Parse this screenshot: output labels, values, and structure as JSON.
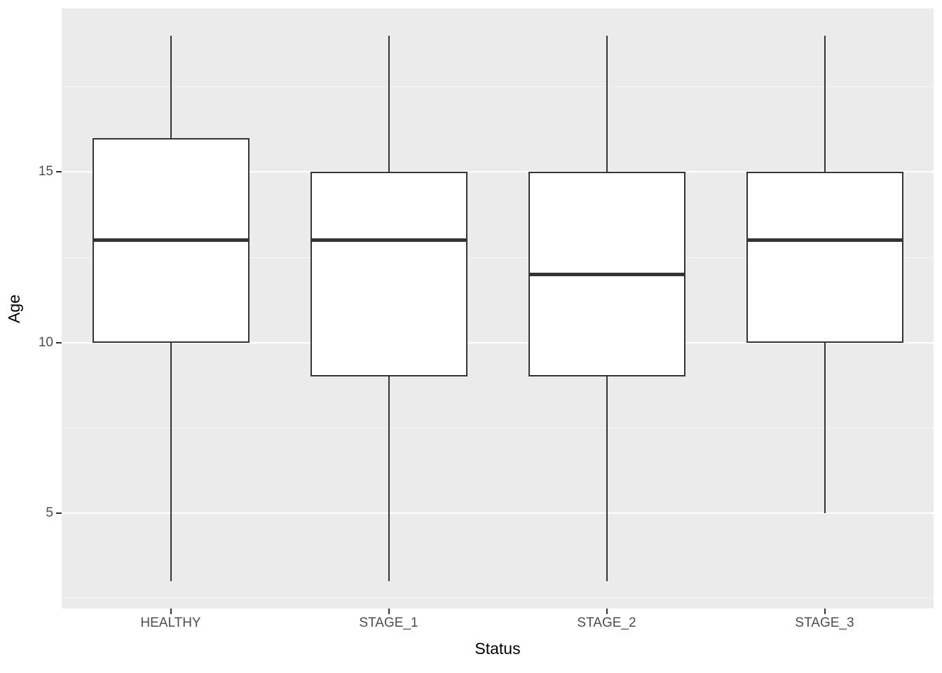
{
  "chart_data": {
    "type": "box",
    "title": "",
    "xlabel": "Status",
    "ylabel": "Age",
    "categories": [
      "HEALTHY",
      "STAGE_1",
      "STAGE_2",
      "STAGE_3"
    ],
    "ylim": [
      2.2,
      19.8
    ],
    "y_major_ticks": [
      5,
      10,
      15
    ],
    "y_major_tick_labels": [
      "5",
      "10",
      "15"
    ],
    "y_minor_ticks": [
      2.5,
      7.5,
      12.5,
      17.5
    ],
    "grid": true,
    "legend": "none",
    "boxes": [
      {
        "category": "HEALTHY",
        "whisker_low": 3,
        "q1": 10,
        "median": 13,
        "q3": 16,
        "whisker_high": 19
      },
      {
        "category": "STAGE_1",
        "whisker_low": 3,
        "q1": 9,
        "median": 13,
        "q3": 15,
        "whisker_high": 19
      },
      {
        "category": "STAGE_2",
        "whisker_low": 3,
        "q1": 9,
        "median": 12,
        "q3": 15,
        "whisker_high": 19
      },
      {
        "category": "STAGE_3",
        "whisker_low": 5,
        "q1": 10,
        "median": 13,
        "q3": 15,
        "whisker_high": 19
      }
    ],
    "colors": {
      "panel_background": "#ebebeb",
      "grid_major": "#ffffff",
      "grid_minor": "#f5f5f5",
      "box_fill": "#ffffff",
      "box_stroke": "#333333",
      "axis_text": "#4d4d4d",
      "title_text": "#000000",
      "page_background": "#ffffff"
    }
  }
}
